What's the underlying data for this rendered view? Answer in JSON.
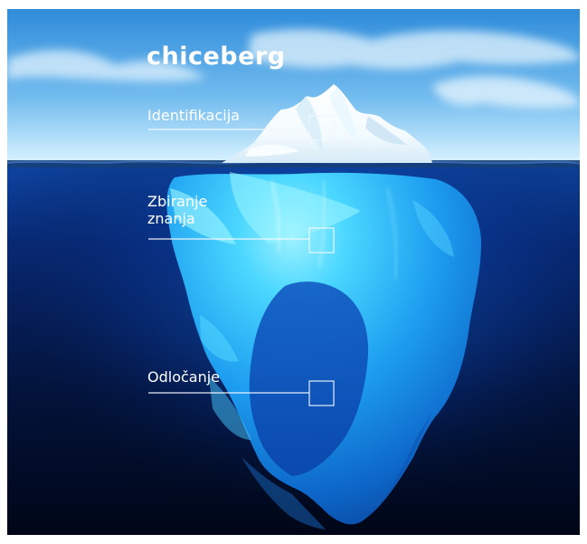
{
  "brand": {
    "name": "chiceberg"
  },
  "labels": {
    "identification": "Identifikacija",
    "knowledge_line1": "Zbiranje",
    "knowledge_line2": "znanja",
    "decision": "Odločanje"
  },
  "colors": {
    "sky_top": "#2c88d8",
    "sky_bottom": "#7ec7f2",
    "ocean_top": "#0a2f86",
    "ocean_bottom": "#000714",
    "ice_top": "#ffffff",
    "ice_glow": "#63d7ff",
    "ice_body": "#1b8fe2"
  }
}
